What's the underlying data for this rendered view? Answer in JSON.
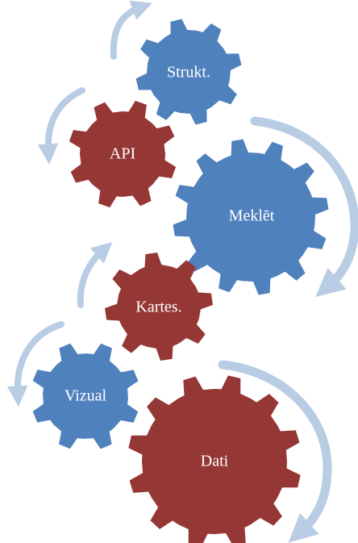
{
  "diagram": {
    "colors": {
      "blue": "#4f81bd",
      "red": "#953735",
      "arrow": "#b8cce4"
    },
    "gears": [
      {
        "id": "strukt",
        "label": "Strukt.",
        "color": "blue"
      },
      {
        "id": "api",
        "label": "API",
        "color": "red"
      },
      {
        "id": "meklet",
        "label": "Meklēt",
        "color": "blue"
      },
      {
        "id": "kartes",
        "label": "Kartes.",
        "color": "red"
      },
      {
        "id": "vizual",
        "label": "Vizual",
        "color": "blue"
      },
      {
        "id": "dati",
        "label": "Dati",
        "color": "red"
      }
    ]
  }
}
